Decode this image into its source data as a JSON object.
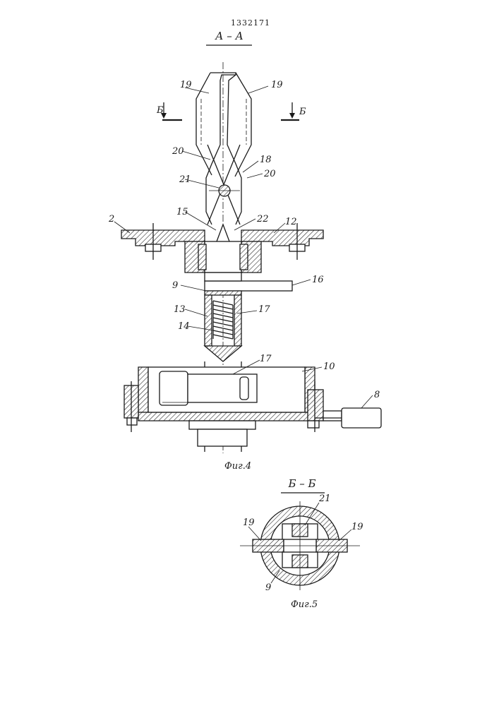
{
  "patent_number": "1332171",
  "figure4": {
    "section_title": "А – А",
    "cut_mark_left": "Б",
    "cut_mark_right": "Б",
    "caption": "Фиг.4",
    "labels": {
      "l19_left": "19",
      "l19_right": "19",
      "l20_left": "20",
      "l18": "18",
      "l20_right": "20",
      "l21": "21",
      "l15": "15",
      "l22": "22",
      "l2": "2",
      "l12": "12",
      "l9": "9",
      "l16": "16",
      "l13": "13",
      "l17_upper": "17",
      "l14": "14",
      "l17_lower": "17",
      "l10": "10",
      "l8": "8"
    }
  },
  "figure5": {
    "section_title": "Б – Б",
    "caption": "Фиг.5",
    "labels": {
      "l21": "21",
      "l19_left": "19",
      "l19_right": "19",
      "l9": "9"
    }
  }
}
